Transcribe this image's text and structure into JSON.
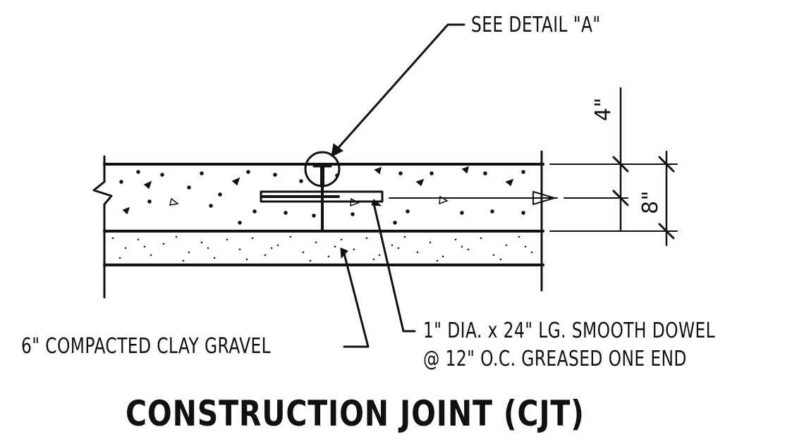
{
  "detail_callout": "SEE DETAIL \"A\"",
  "dim_top": "4\"",
  "dim_total": "8\"",
  "gravel_label": "6\" COMPACTED CLAY GRAVEL",
  "dowel_line1": "1\" DIA. x 24\" LG. SMOOTH DOWEL",
  "dowel_line2": "@ 12\" O.C. GREASED ONE END",
  "title": "CONSTRUCTION JOINT (CJT)"
}
